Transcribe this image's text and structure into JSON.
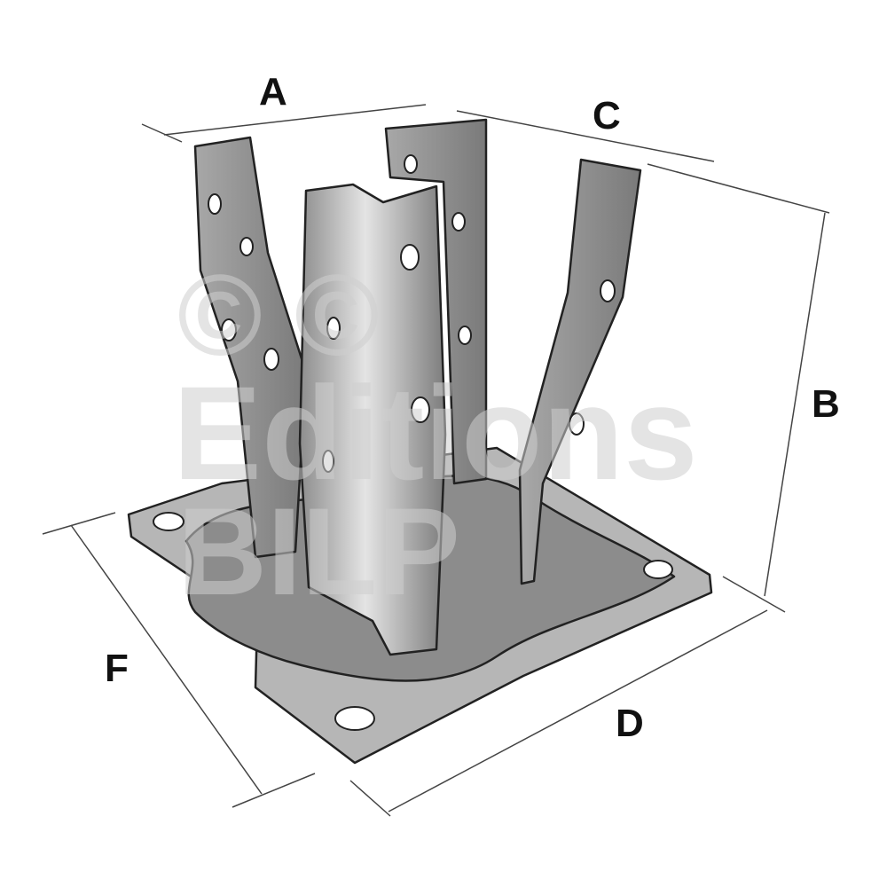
{
  "diagram": {
    "labels": {
      "a": "A",
      "b": "B",
      "c": "C",
      "d": "D",
      "f": "F"
    },
    "watermark": {
      "copyright": "© ©",
      "line1": "Editions",
      "line2": "BILP"
    },
    "colors": {
      "metal": "#9a9a9a",
      "plate": "#b4b4b4",
      "inner": "#8a8a8a",
      "outline": "#222222"
    }
  }
}
